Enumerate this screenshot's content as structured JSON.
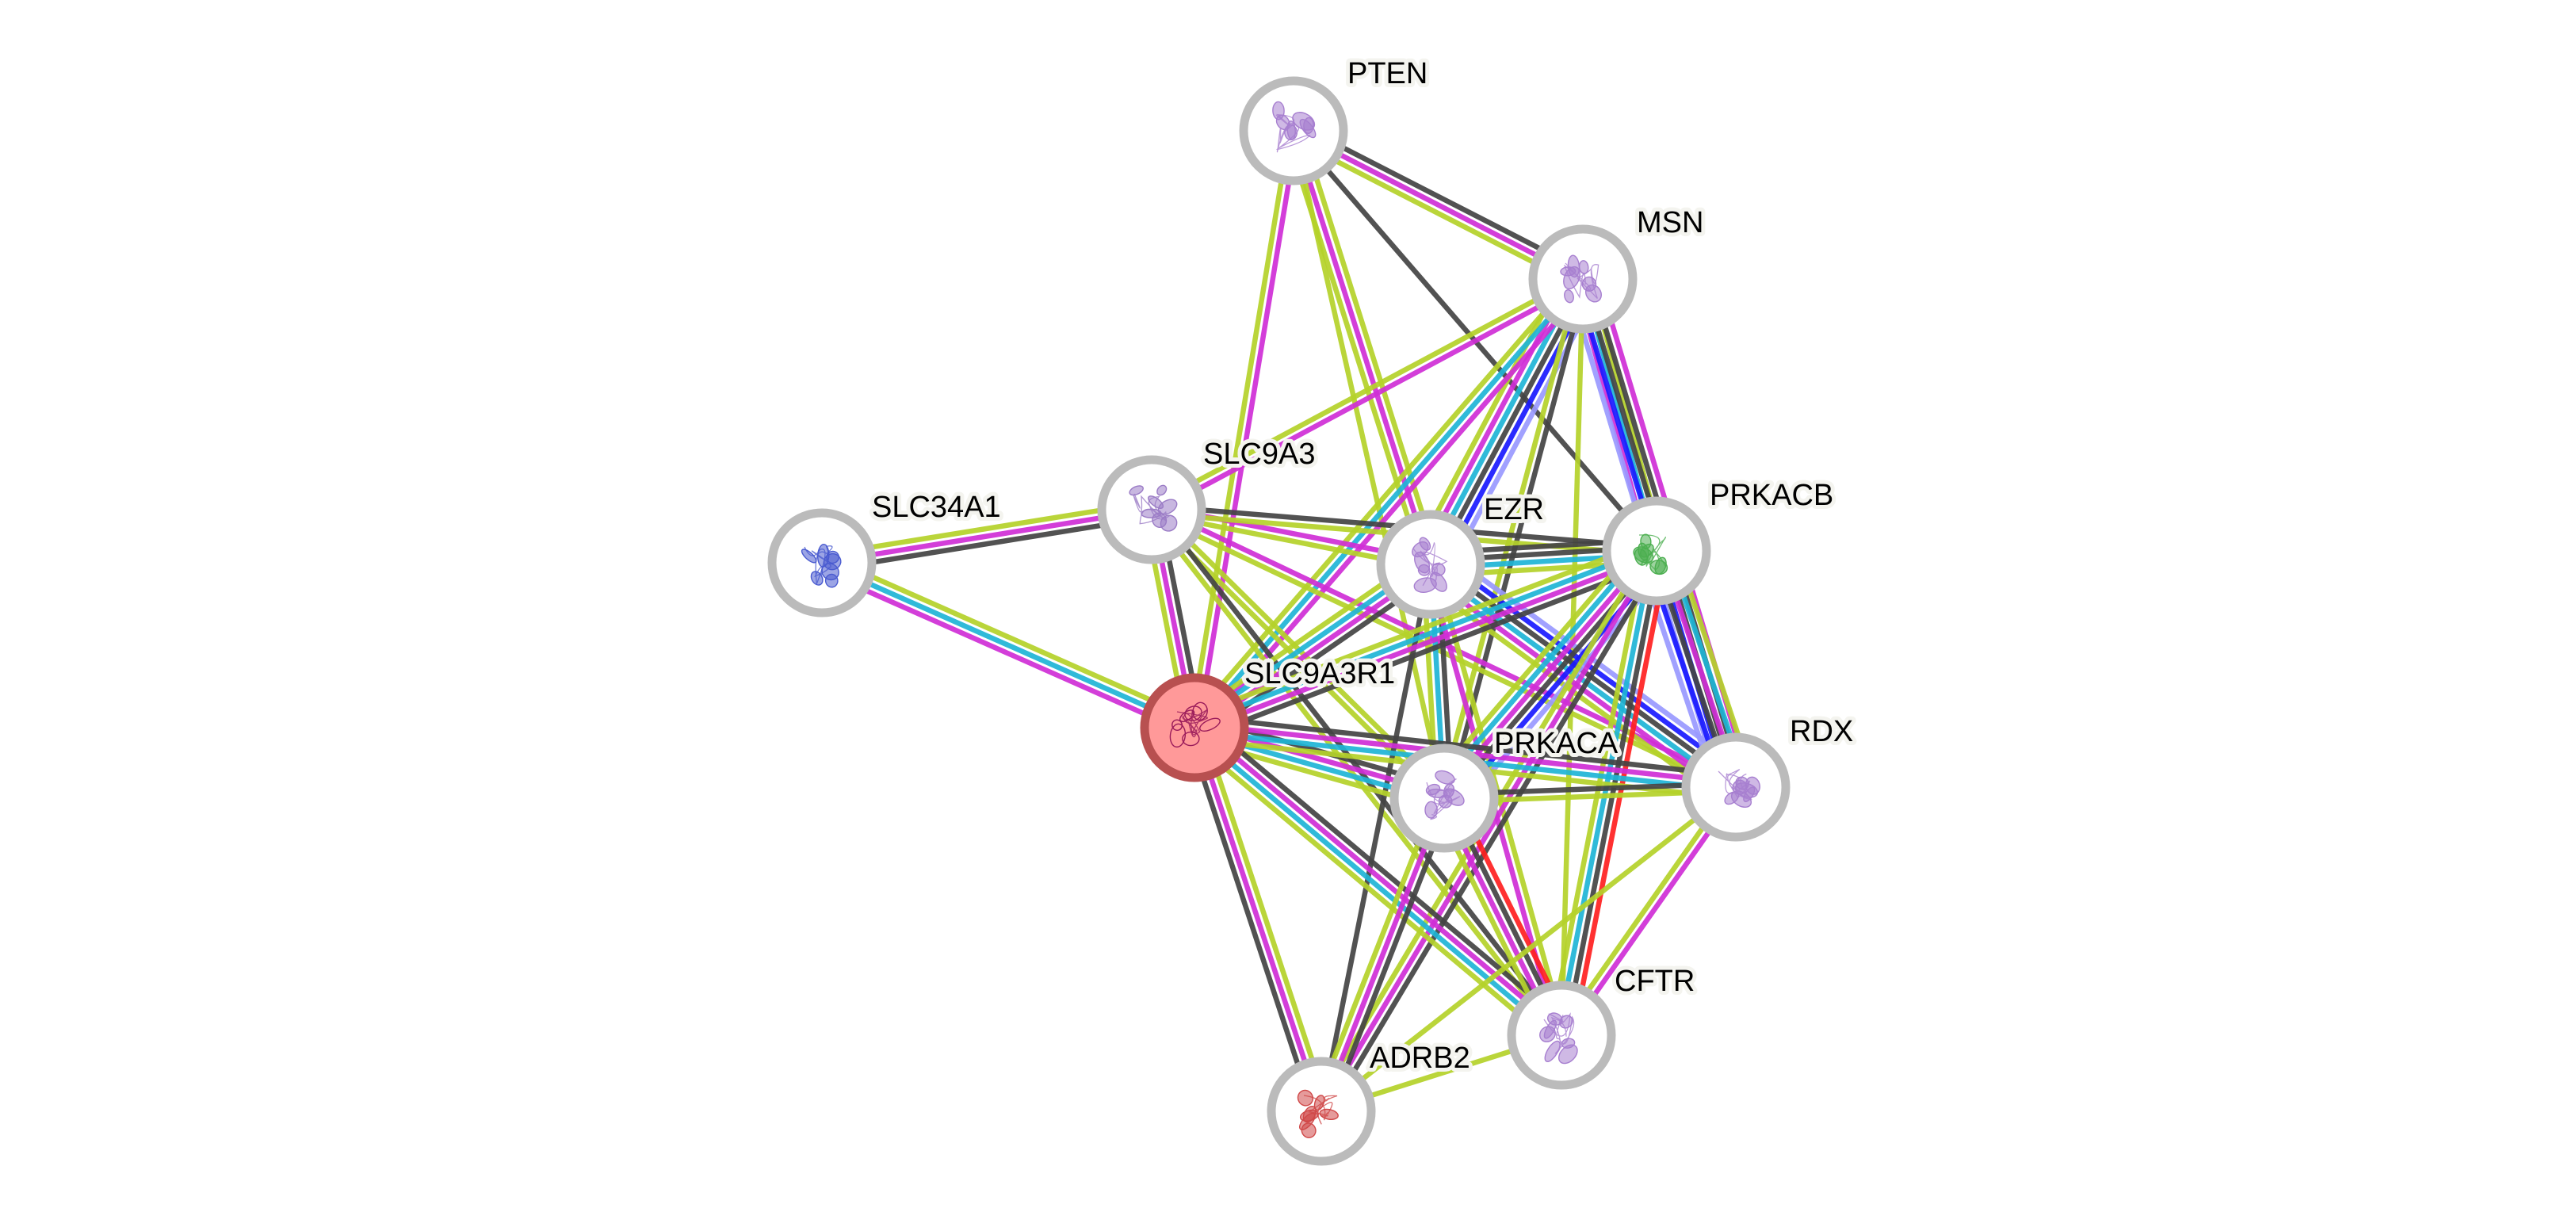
{
  "network": {
    "title": "Protein interaction network",
    "query_protein": "SLC9A3R1",
    "evidence_colors": {
      "database": "#1fb5d6",
      "experiments": "#d02ed6",
      "fusion": "#ff2020",
      "cooccurrence": "#1a1aff",
      "textmining": "#b5d22a",
      "coexpression": "#444444",
      "homology": "#9a9aff"
    },
    "nodes": [
      {
        "id": "PTEN",
        "label": "PTEN",
        "structure_color": "#a77fd0"
      },
      {
        "id": "MSN",
        "label": "MSN",
        "structure_color": "#a77fd0"
      },
      {
        "id": "SLC9A3",
        "label": "SLC9A3",
        "structure_color": "#9b7cc6"
      },
      {
        "id": "SLC34A1",
        "label": "SLC34A1",
        "structure_color": "#4a5bd0"
      },
      {
        "id": "EZR",
        "label": "EZR",
        "structure_color": "#a77fd0"
      },
      {
        "id": "PRKACB",
        "label": "PRKACB",
        "structure_color": "#4caf50"
      },
      {
        "id": "SLC9A3R1",
        "label": "SLC9A3R1",
        "structure_color": "#9a1a5a",
        "query": true
      },
      {
        "id": "PRKACA",
        "label": "PRKACA",
        "structure_color": "#a77fd0"
      },
      {
        "id": "RDX",
        "label": "RDX",
        "structure_color": "#a77fd0"
      },
      {
        "id": "CFTR",
        "label": "CFTR",
        "structure_color": "#a77fd0"
      },
      {
        "id": "ADRB2",
        "label": "ADRB2",
        "structure_color": "#d04848"
      }
    ],
    "edges": [
      {
        "a": "PTEN",
        "b": "MSN",
        "evidence": [
          "coexpression",
          "experiments",
          "textmining"
        ]
      },
      {
        "a": "PTEN",
        "b": "SLC9A3R1",
        "evidence": [
          "experiments",
          "textmining"
        ]
      },
      {
        "a": "PTEN",
        "b": "EZR",
        "evidence": [
          "textmining",
          "experiments",
          "textmining"
        ]
      },
      {
        "a": "PTEN",
        "b": "PRKACB",
        "evidence": [
          "coexpression"
        ]
      },
      {
        "a": "PTEN",
        "b": "PRKACA",
        "evidence": [
          "textmining"
        ]
      },
      {
        "a": "MSN",
        "b": "SLC9A3",
        "evidence": [
          "experiments",
          "textmining"
        ]
      },
      {
        "a": "MSN",
        "b": "EZR",
        "evidence": [
          "homology",
          "cooccurrence",
          "coexpression",
          "database",
          "experiments",
          "textmining"
        ]
      },
      {
        "a": "MSN",
        "b": "SLC9A3R1",
        "evidence": [
          "experiments",
          "database",
          "textmining"
        ]
      },
      {
        "a": "MSN",
        "b": "PRKACB",
        "evidence": [
          "textmining",
          "database",
          "experiments"
        ]
      },
      {
        "a": "MSN",
        "b": "RDX",
        "evidence": [
          "experiments",
          "coexpression",
          "coexpression",
          "cooccurrence",
          "homology"
        ]
      },
      {
        "a": "MSN",
        "b": "PRKACA",
        "evidence": [
          "coexpression",
          "textmining"
        ]
      },
      {
        "a": "MSN",
        "b": "CFTR",
        "evidence": [
          "textmining"
        ]
      },
      {
        "a": "SLC34A1",
        "b": "SLC9A3",
        "evidence": [
          "textmining",
          "experiments",
          "coexpression"
        ]
      },
      {
        "a": "SLC34A1",
        "b": "SLC9A3R1",
        "evidence": [
          "textmining",
          "database",
          "experiments"
        ]
      },
      {
        "a": "SLC9A3",
        "b": "SLC9A3R1",
        "evidence": [
          "coexpression",
          "experiments",
          "textmining"
        ]
      },
      {
        "a": "SLC9A3",
        "b": "EZR",
        "evidence": [
          "experiments",
          "textmining"
        ]
      },
      {
        "a": "SLC9A3",
        "b": "PRKACB",
        "evidence": [
          "coexpression",
          "textmining"
        ]
      },
      {
        "a": "SLC9A3",
        "b": "PRKACA",
        "evidence": [
          "textmining",
          "textmining"
        ]
      },
      {
        "a": "SLC9A3",
        "b": "RDX",
        "evidence": [
          "experiments",
          "textmining"
        ]
      },
      {
        "a": "SLC9A3",
        "b": "CFTR",
        "evidence": [
          "coexpression",
          "textmining"
        ]
      },
      {
        "a": "EZR",
        "b": "PRKACB",
        "evidence": [
          "coexpression",
          "coexpression",
          "database",
          "textmining"
        ]
      },
      {
        "a": "EZR",
        "b": "SLC9A3R1",
        "evidence": [
          "coexpression",
          "experiments",
          "database",
          "textmining"
        ]
      },
      {
        "a": "EZR",
        "b": "PRKACA",
        "evidence": [
          "coexpression",
          "database",
          "textmining"
        ]
      },
      {
        "a": "EZR",
        "b": "RDX",
        "evidence": [
          "homology",
          "cooccurrence",
          "coexpression",
          "database",
          "experiments",
          "textmining"
        ]
      },
      {
        "a": "EZR",
        "b": "CFTR",
        "evidence": [
          "textmining",
          "experiments"
        ]
      },
      {
        "a": "EZR",
        "b": "ADRB2",
        "evidence": [
          "coexpression"
        ]
      },
      {
        "a": "PRKACB",
        "b": "SLC9A3R1",
        "evidence": [
          "coexpression",
          "experiments",
          "database",
          "textmining"
        ]
      },
      {
        "a": "PRKACB",
        "b": "PRKACA",
        "evidence": [
          "homology",
          "cooccurrence",
          "coexpression",
          "experiments",
          "database",
          "textmining"
        ]
      },
      {
        "a": "PRKACB",
        "b": "RDX",
        "evidence": [
          "textmining",
          "database",
          "experiments",
          "coexpression",
          "cooccurrence",
          "homology"
        ]
      },
      {
        "a": "PRKACB",
        "b": "CFTR",
        "evidence": [
          "fusion",
          "coexpression",
          "database",
          "textmining"
        ]
      },
      {
        "a": "PRKACB",
        "b": "ADRB2",
        "evidence": [
          "coexpression",
          "experiments",
          "textmining"
        ]
      },
      {
        "a": "SLC9A3R1",
        "b": "PRKACA",
        "evidence": [
          "coexpression",
          "experiments",
          "database",
          "textmining"
        ]
      },
      {
        "a": "SLC9A3R1",
        "b": "RDX",
        "evidence": [
          "coexpression",
          "experiments",
          "database",
          "textmining"
        ]
      },
      {
        "a": "SLC9A3R1",
        "b": "CFTR",
        "evidence": [
          "coexpression",
          "experiments",
          "database",
          "textmining"
        ]
      },
      {
        "a": "SLC9A3R1",
        "b": "ADRB2",
        "evidence": [
          "textmining",
          "experiments",
          "coexpression"
        ]
      },
      {
        "a": "PRKACA",
        "b": "RDX",
        "evidence": [
          "coexpression",
          "textmining"
        ]
      },
      {
        "a": "PRKACA",
        "b": "CFTR",
        "evidence": [
          "fusion",
          "coexpression",
          "experiments",
          "textmining"
        ]
      },
      {
        "a": "PRKACA",
        "b": "ADRB2",
        "evidence": [
          "coexpression",
          "experiments",
          "textmining"
        ]
      },
      {
        "a": "RDX",
        "b": "CFTR",
        "evidence": [
          "experiments",
          "textmining"
        ]
      },
      {
        "a": "RDX",
        "b": "ADRB2",
        "evidence": [
          "textmining"
        ]
      },
      {
        "a": "CFTR",
        "b": "ADRB2",
        "evidence": [
          "textmining"
        ]
      }
    ]
  }
}
